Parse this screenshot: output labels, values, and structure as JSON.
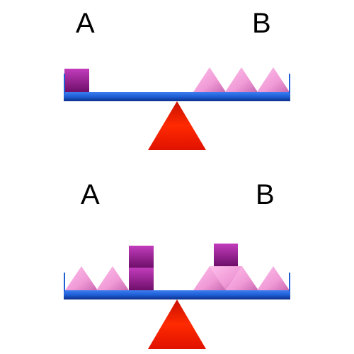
{
  "scales": [
    {
      "left_label": "A",
      "right_label": "B",
      "left_items": [
        "square"
      ],
      "right_items": [
        "triangle",
        "triangle",
        "triangle"
      ]
    },
    {
      "left_label": "A",
      "right_label": "B",
      "left_items": [
        "triangle",
        "triangle",
        "square",
        "square"
      ],
      "right_items": [
        "triangle",
        "square",
        "triangle",
        "triangle",
        "triangle"
      ]
    }
  ],
  "colors": {
    "beam": "#1f5fd6",
    "fulcrum": "#e81a00",
    "square": "#a8249c",
    "triangle": "#f2a0d8"
  }
}
